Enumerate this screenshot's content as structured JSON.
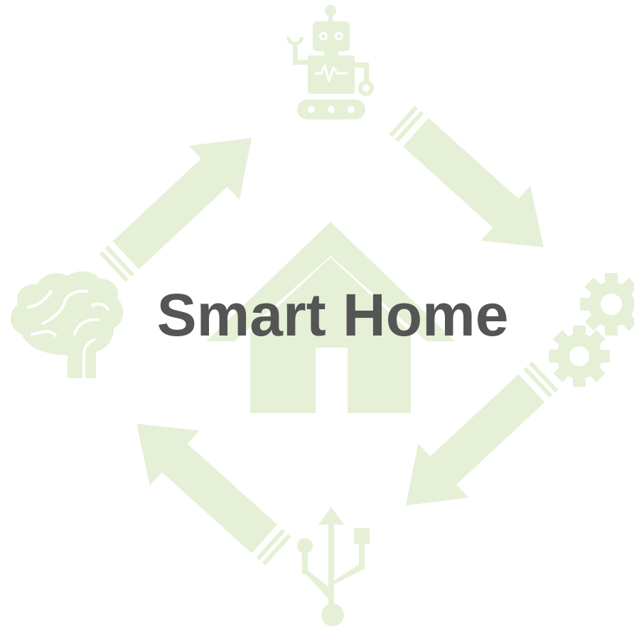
{
  "title": "Smart Home",
  "colors": {
    "icon_fill": "#e5f0d6",
    "title_text": "#555555",
    "background": "#ffffff"
  },
  "icons": [
    "robot-icon",
    "gears-icon",
    "usb-icon",
    "brain-icon",
    "house-icon"
  ],
  "arrows": [
    "arrow-top-right",
    "arrow-bottom-right",
    "arrow-bottom-left",
    "arrow-top-left"
  ]
}
